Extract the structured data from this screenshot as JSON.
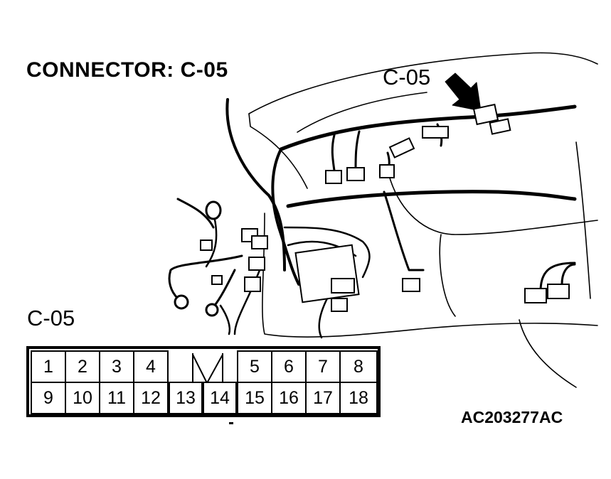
{
  "title": "CONNECTOR: C-05",
  "callout_label": "C-05",
  "connector": {
    "label": "C-05",
    "top_row": [
      "1",
      "2",
      "3",
      "4",
      "5",
      "6",
      "7",
      "8"
    ],
    "bottom_row": [
      "9",
      "10",
      "11",
      "12",
      "13",
      "14",
      "15",
      "16",
      "17",
      "18"
    ]
  },
  "reference_code": "AC203277AC",
  "icons": {
    "arrow": "arrow-pointing-to-connector-icon",
    "key": "connector-key-icon"
  }
}
